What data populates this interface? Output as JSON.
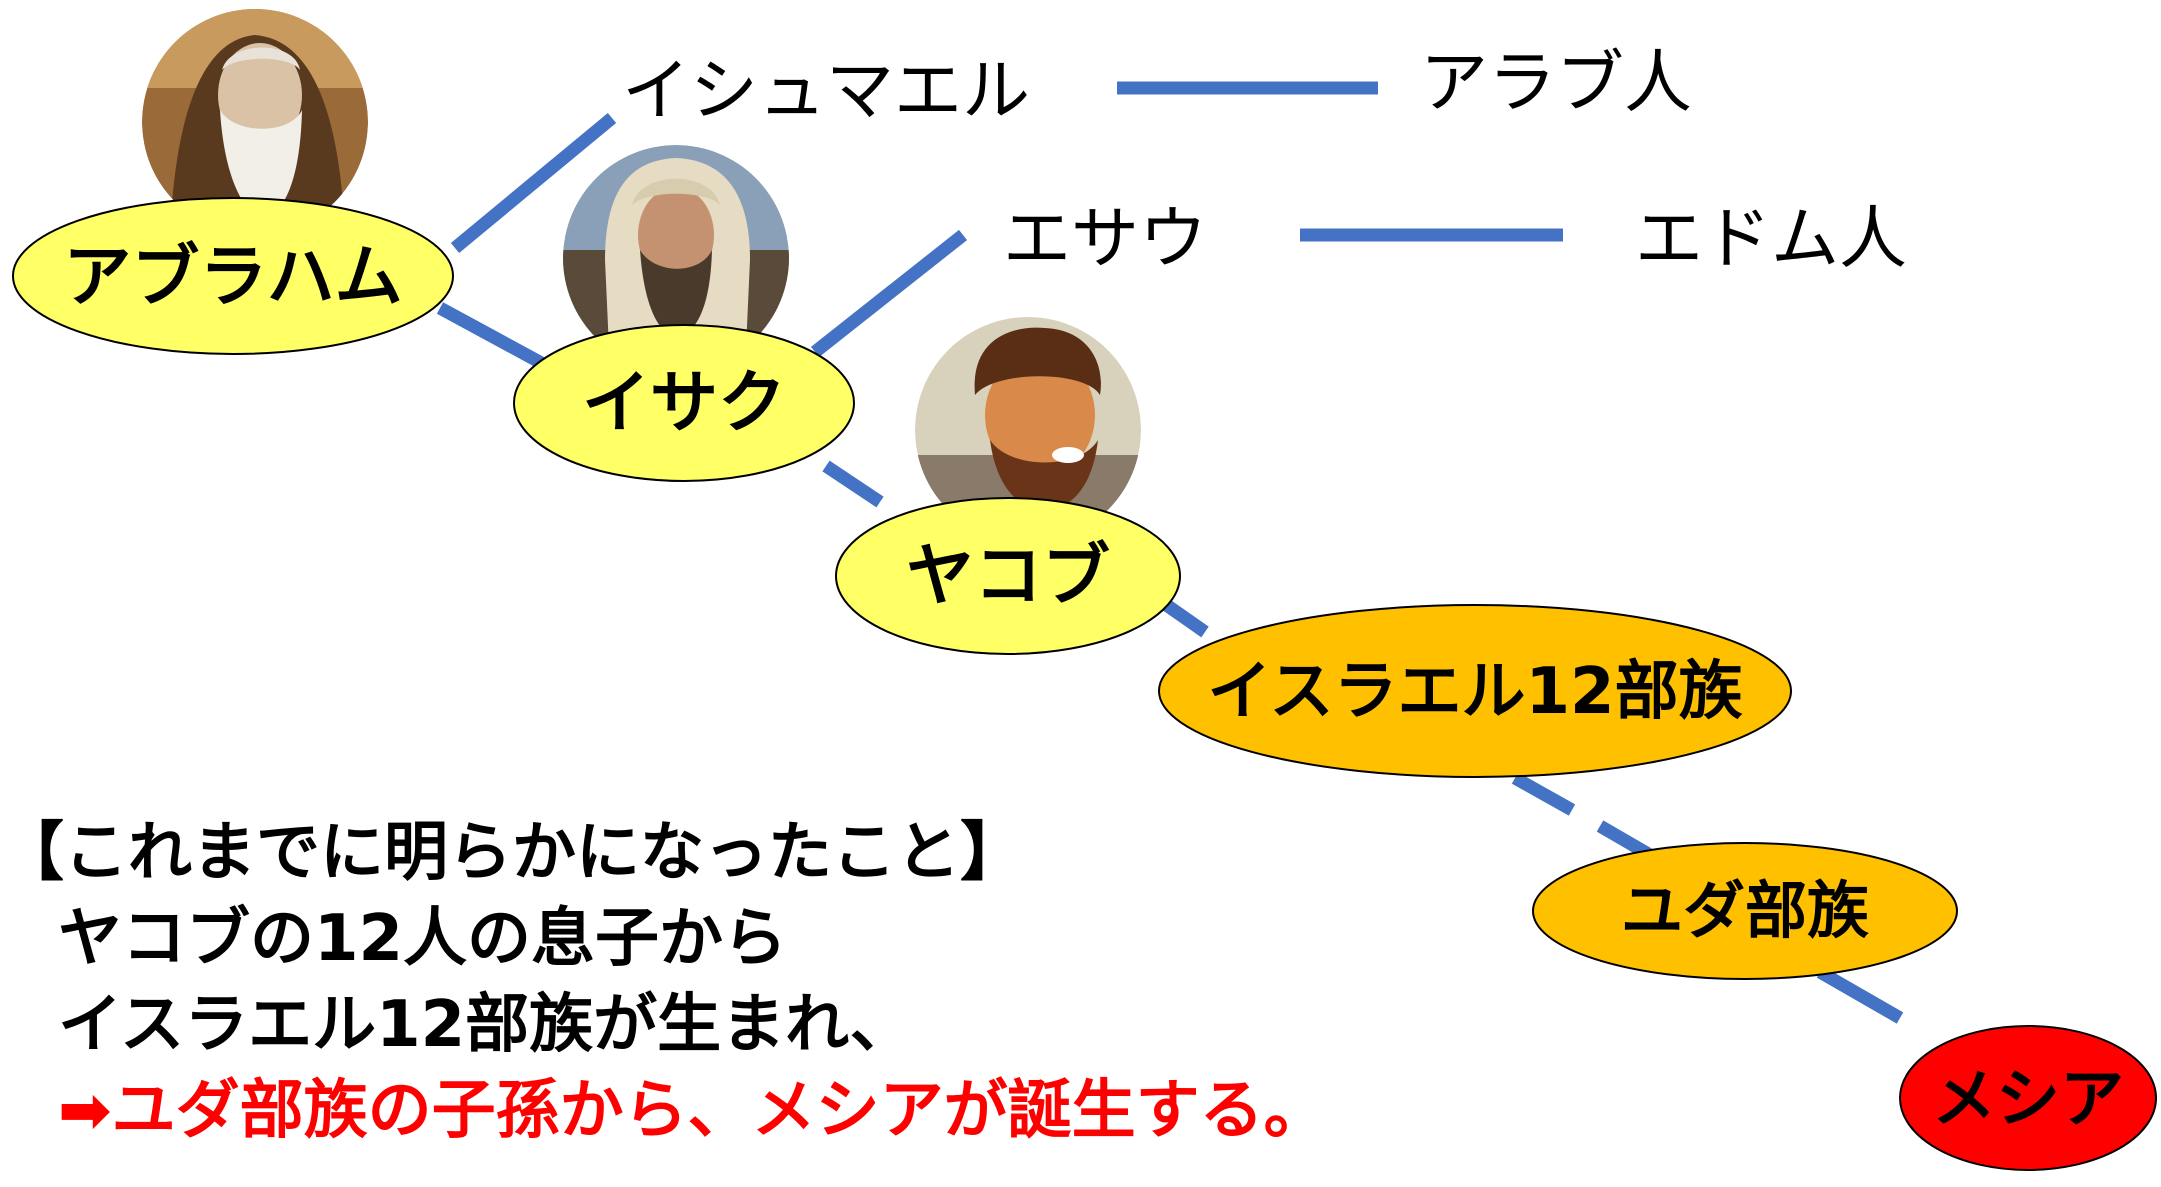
{
  "nodes": {
    "abraham": "アブラハム",
    "isaac": "イサク",
    "jacob": "ヤコブ",
    "twelve_tribes": "イスラエル12部族",
    "judah": "ユダ部族",
    "messiah": "メシア"
  },
  "branches": {
    "ishmael": "イシュマエル",
    "arab": "アラブ人",
    "esau": "エサウ",
    "edom": "エドム人"
  },
  "summary": {
    "heading": "【これまでに明らかになったこと】",
    "line1": "ヤコブの12人の息子から",
    "line2": "イスラエル12部族が生まれ、",
    "line3": "➡ユダ部族の子孫から、メシアが誕生する。"
  },
  "colors": {
    "connector": "#4472c4",
    "person_node": "#ffff66",
    "tribe_node": "#ffc000",
    "messiah_node": "#ff0000",
    "conclusion_text": "#ff0000"
  },
  "portraits": {
    "abraham": "elderly-bearded-man-portrait",
    "isaac": "bearded-man-headscarf-portrait",
    "jacob": "young-bearded-man-portrait"
  }
}
